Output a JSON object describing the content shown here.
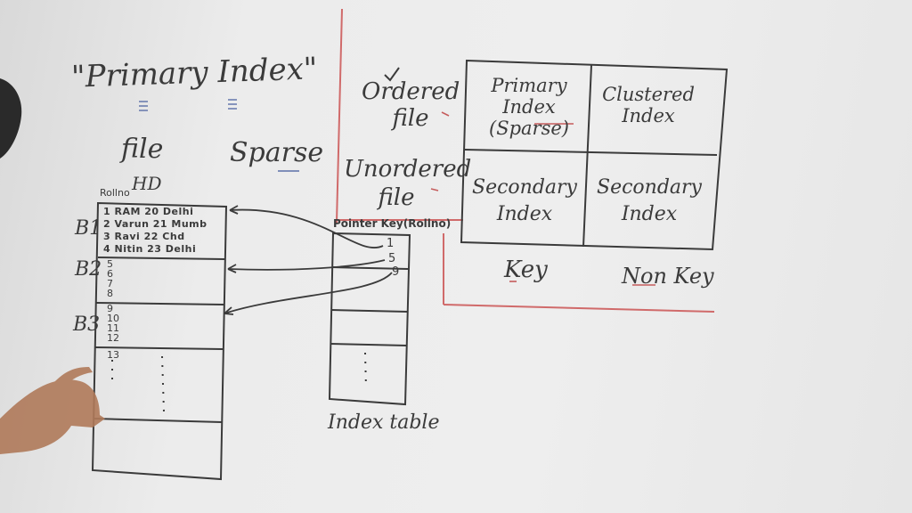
{
  "title": "\"Primary Index\"",
  "subtitle_left": "file",
  "subtitle_right": "Sparse",
  "data_file": {
    "header": "HD",
    "header_small": "Rollno",
    "blocks": [
      "B1",
      "B2",
      "B3"
    ],
    "records": [
      "1 RAM 20 Delhi",
      "2 Varun 21 Mumb",
      "3 Ravi 22 Chd",
      "4 Nitin 23 Delhi"
    ],
    "block2_numbers": [
      "5",
      "6",
      "7",
      "8"
    ],
    "block3_numbers": [
      "9",
      "10",
      "11",
      "12"
    ],
    "block4_numbers": [
      "13"
    ]
  },
  "index_table": {
    "header": "Pointer Key(Rollno)",
    "entries": [
      "1",
      "5",
      "9"
    ],
    "caption": "Index table"
  },
  "classification": {
    "row_labels": [
      "Ordered file",
      "Unordered file"
    ],
    "cells": {
      "r1c1": [
        "Primary",
        "Index",
        "(Sparse)"
      ],
      "r1c2": [
        "Clustered",
        "Index"
      ],
      "r2c1": [
        "Secondary",
        "Index"
      ],
      "r2c2": [
        "Secondary",
        "Index"
      ]
    },
    "column_labels": [
      "Key",
      "Non Key"
    ]
  }
}
